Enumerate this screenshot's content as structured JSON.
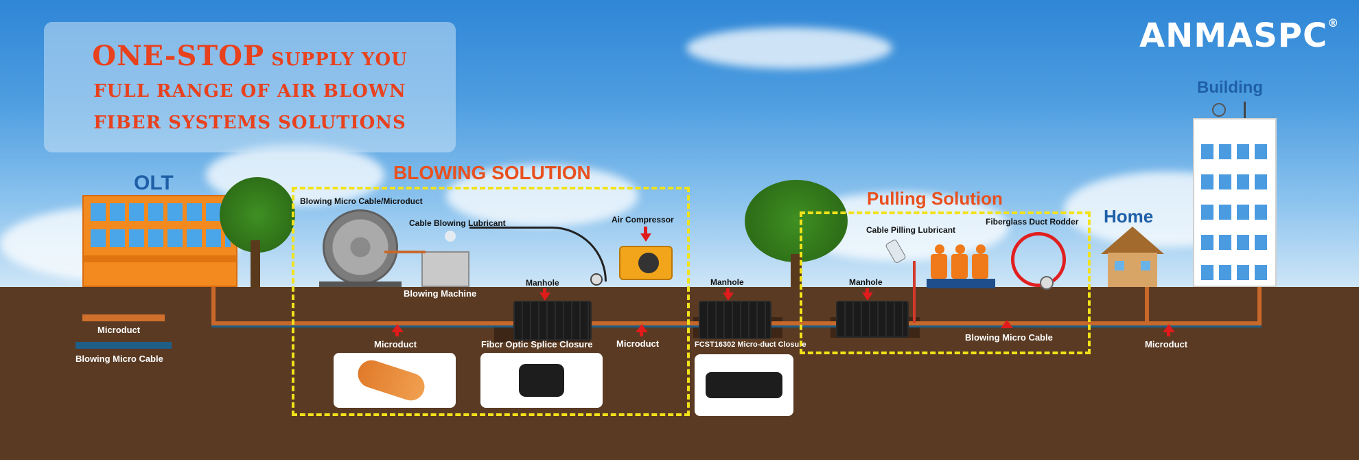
{
  "brand": {
    "name": "ANMASPC",
    "reg": "®"
  },
  "headline": {
    "line1_big": "ONE-STOP",
    "line1_small": " SUPPLY YOU",
    "line2": "FULL RANGE OF AIR BLOWN",
    "line3": "FIBER SYSTEMS SOLUTIONS"
  },
  "sections": {
    "blowing": "BLOWING SOLUTION",
    "pulling": "Pulling Solution"
  },
  "places": {
    "olt": "OLT",
    "home": "Home",
    "building": "Building"
  },
  "labels": {
    "blowing_micro_cable_microduct": "Blowing Micro Cable/Microduct",
    "cable_blowing_lubricant": "Cable Blowing Lubricant",
    "air_compressor": "Air Compressor",
    "blowing_machine": "Blowing Machine",
    "manhole1": "Manhole",
    "manhole2": "Manhole",
    "manhole3": "Manhole",
    "cable_pilling_lubricant": "Cable Pilling Lubricant",
    "fiberglass_duct_rodder": "Fiberglass Duct Rodder",
    "microduct1": "Microduct",
    "microduct2": "Microduct",
    "microduct3": "Microduct",
    "fiber_splice_closure": "Fibcr Optic Splice Closure",
    "micro_duct_closure": "FCST16302 Micro-duct Closure",
    "blowing_micro_cable": "Blowing Micro Cable"
  },
  "legend": {
    "microduct": "Microduct",
    "blowing_micro_cable": "Blowing Micro Cable",
    "microduct_color": "#d0702c",
    "blowing_color": "#1f5e86"
  },
  "colors": {
    "accent": "#e8411e",
    "dash": "#f2e21a",
    "ground": "#5a3a22",
    "arrow": "#e01b1b"
  }
}
